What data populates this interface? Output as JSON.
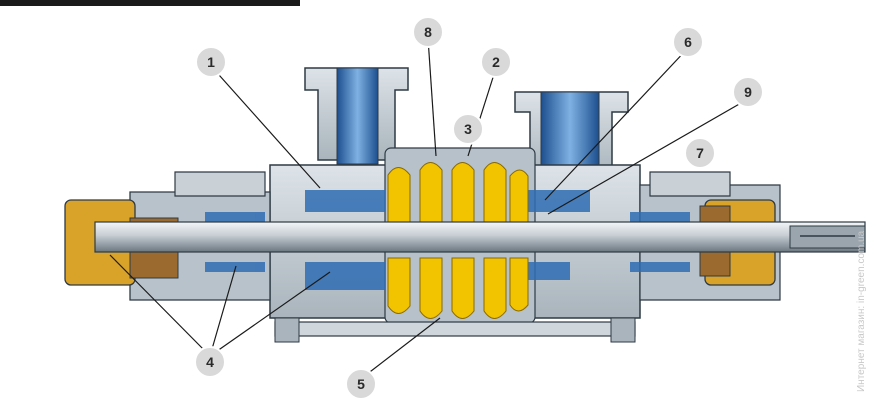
{
  "callouts": [
    {
      "id": "1",
      "label": "1"
    },
    {
      "id": "2",
      "label": "2"
    },
    {
      "id": "3",
      "label": "3"
    },
    {
      "id": "4",
      "label": "4"
    },
    {
      "id": "5",
      "label": "5"
    },
    {
      "id": "6",
      "label": "6"
    },
    {
      "id": "7",
      "label": "7"
    },
    {
      "id": "8",
      "label": "8"
    },
    {
      "id": "9",
      "label": "9"
    }
  ],
  "watermark": "Интернет магазин: in-green.com.ua",
  "colors": {
    "casing": "#c5cdd3",
    "casing_dark": "#8a96a0",
    "impeller": "#f2c400",
    "water_blue": "#2f6db3",
    "bronze": "#9b6a2f",
    "shaft": "#cfd6dc",
    "outline": "#2e3a44"
  }
}
